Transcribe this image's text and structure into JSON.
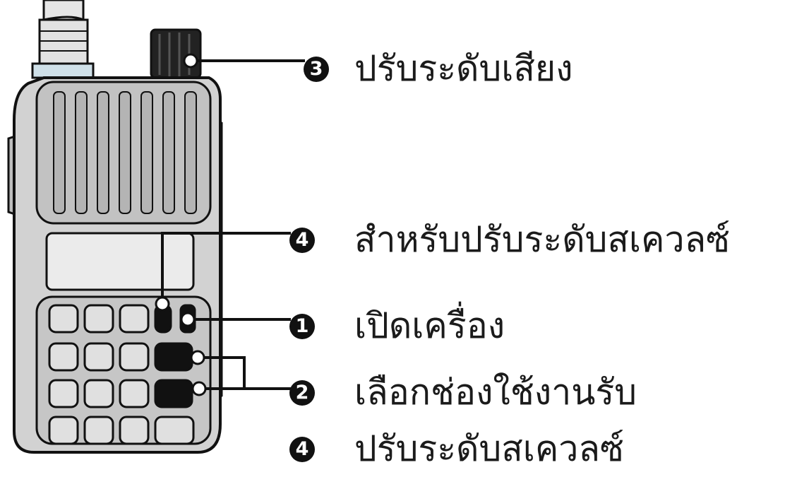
{
  "callouts": [
    {
      "number": "3",
      "text": "ปรับระดับเสียง"
    },
    {
      "number": "4",
      "text": "สำหรับปรับระดับสเควลซ์"
    },
    {
      "number": "1",
      "text": "เปิดเครื่อง"
    },
    {
      "number": "2",
      "text": "เลือกช่องใช้งานรับ"
    },
    {
      "number": "4",
      "text": "ปรับระดับสเควลซ์"
    }
  ]
}
